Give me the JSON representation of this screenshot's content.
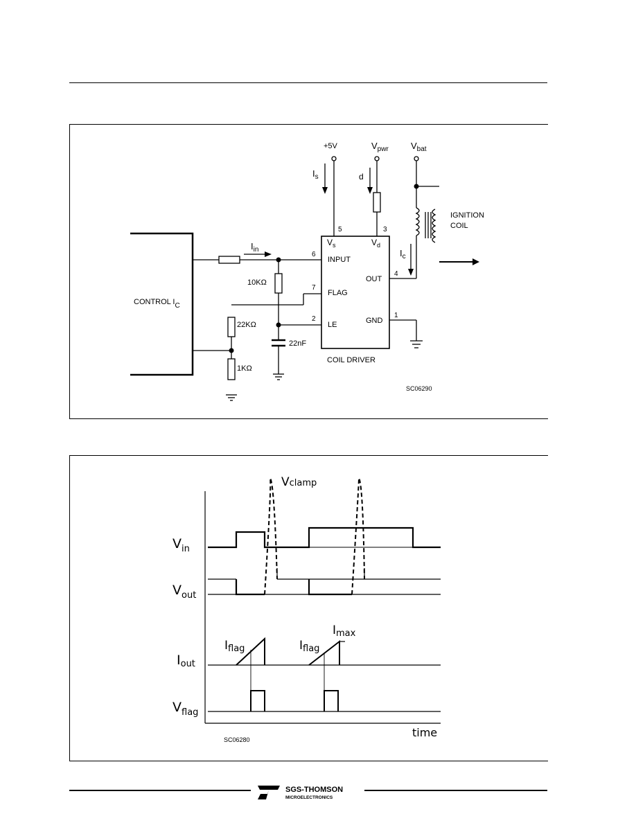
{
  "circuit": {
    "supplies": {
      "plus5v": "+5V",
      "vpwr": {
        "main": "V",
        "sub": "pwr"
      },
      "vbat": {
        "main": "V",
        "sub": "bat"
      }
    },
    "currents": {
      "is": {
        "main": "I",
        "sub": "s"
      },
      "id": "d",
      "iin": {
        "main": "I",
        "sub": "in"
      },
      "ic": {
        "main": "I",
        "sub": "c"
      }
    },
    "pins": {
      "p5": "5",
      "p3": "3",
      "p6": "6",
      "p7": "7",
      "p2": "2",
      "p4": "4",
      "p1": "1"
    },
    "chip_labels": {
      "vs": {
        "main": "V",
        "sub": "s"
      },
      "vd": {
        "main": "V",
        "sub": "d"
      },
      "input": "INPUT",
      "flag": "FLAG",
      "le": "LE",
      "out": "OUT",
      "gnd": "GND",
      "name": "COIL DRIVER"
    },
    "components": {
      "r10k": "10KΩ",
      "r22k": "22KΩ",
      "r1k": "1KΩ",
      "c22n": "22nF"
    },
    "control": {
      "main": "CONTROL I",
      "sub": "C"
    },
    "coil": {
      "line1": "IGNITION",
      "line2": "COIL"
    },
    "code": "SC06290"
  },
  "waveforms": {
    "vclamp": {
      "main": "V",
      "sub": "clamp"
    },
    "vin": {
      "main": "V",
      "sub": "in"
    },
    "vout": {
      "main": "V",
      "sub": "out"
    },
    "iout": {
      "main": "I",
      "sub": "out"
    },
    "vflag": {
      "main": "V",
      "sub": "flag"
    },
    "iflag1": {
      "main": "I",
      "sub": "flag"
    },
    "iflag2": {
      "main": "I",
      "sub": "flag"
    },
    "imax": {
      "main": "I",
      "sub": "max"
    },
    "time": "time",
    "code": "SC06280"
  },
  "footer": {
    "brand": "SGS-THOMSON",
    "sub": "MICROELECTRONICS"
  }
}
